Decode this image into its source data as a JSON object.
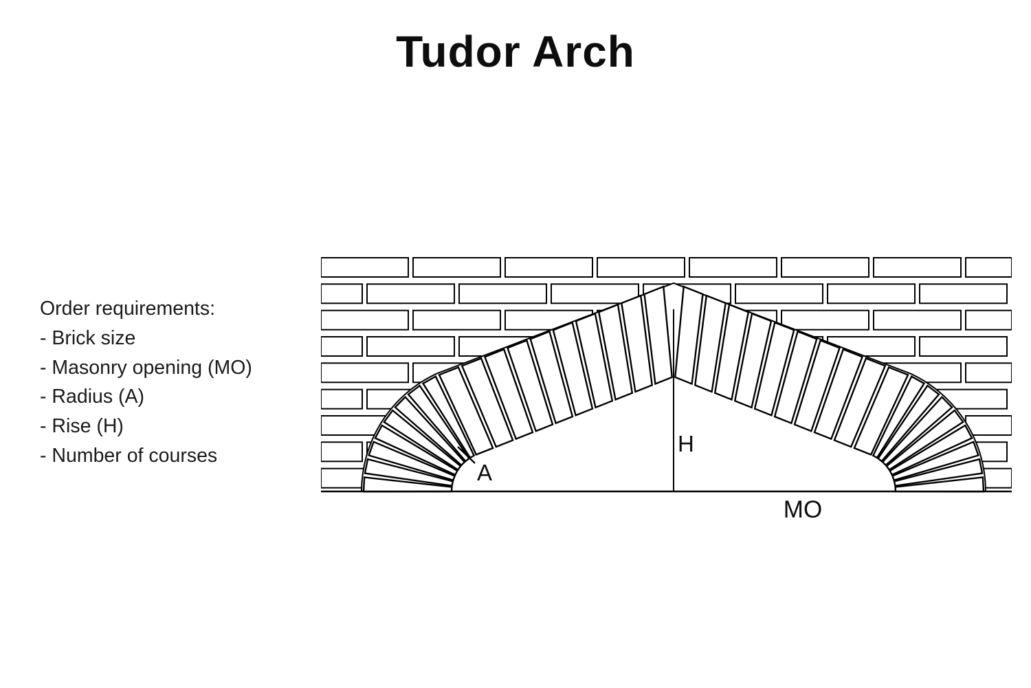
{
  "title": "Tudor Arch",
  "requirements": {
    "heading": "Order requirements:",
    "items": [
      "- Brick size",
      "- Masonry opening (MO)",
      "- Radius (A)",
      "- Rise (H)",
      "- Number of courses"
    ]
  },
  "diagram": {
    "label_radius": "A",
    "label_rise": "H",
    "label_opening": "MO",
    "line_color": "#000000",
    "background_color": "#ffffff"
  }
}
